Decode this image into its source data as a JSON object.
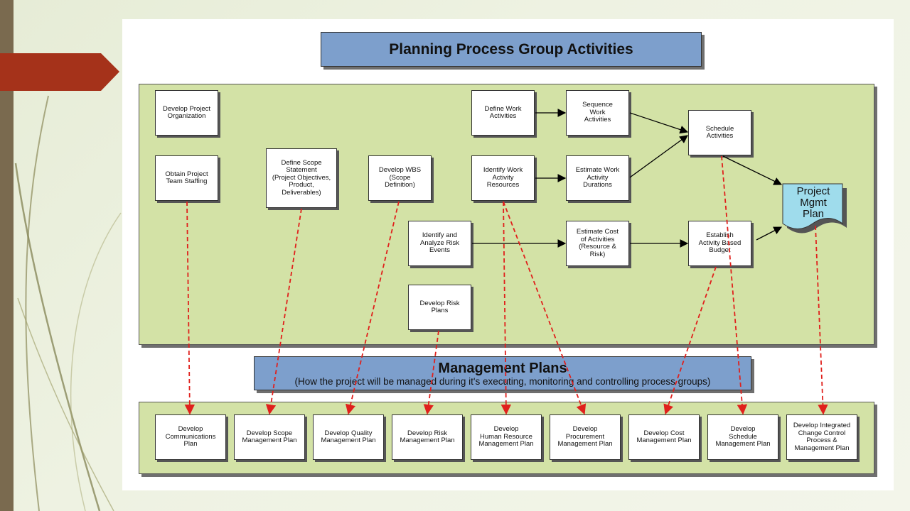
{
  "diagram": {
    "title": "Planning Process Group Activities",
    "nodes": {
      "develop_project_organization": "Develop Project\nOrganization",
      "obtain_project_team_staffing": "Obtain Project\nTeam Staffing",
      "define_scope_statement": "Define Scope\nStatement\n(Project Objectives,\nProduct,\nDeliverables)",
      "develop_wbs": "Develop WBS\n(Scope\nDefinition)",
      "define_work_activities": "Define Work\nActivities",
      "sequence_work_activities": "Sequence\nWork\nActivities",
      "schedule_activities": "Schedule\nActivities",
      "identify_work_activity_resources": "Identify Work\nActivity\nResources",
      "estimate_work_activity_durations": "Estimate Work\nActivity\nDurations",
      "identify_analyze_risk_events": "Identify and\nAnalyze Risk\nEvents",
      "estimate_cost_of_activities": "Estimate Cost\nof Activities\n(Resource &\nRisk)",
      "establish_activity_based_budget": "Establish\nActivity Based\nBudget",
      "develop_risk_plans": "Develop Risk\nPlans",
      "project_mgmt_plan": "Project\nMgmt\nPlan"
    },
    "management_plans": {
      "title": "Management Plans",
      "subtitle": "(How the project will be managed during it's executing, monitoring and controlling process groups)"
    },
    "plans": [
      "Develop\nCommunications\nPlan",
      "Develop Scope\nManagement Plan",
      "Develop Quality\nManagement Plan",
      "Develop Risk\nManagement Plan",
      "Develop\nHuman Resource\nManagement Plan",
      "Develop\nProcurement\nManagement Plan",
      "Develop Cost\nManagement Plan",
      "Develop\nSchedule\nManagement Plan",
      "Develop Integrated\nChange Control\nProcess &\nManagement Plan"
    ],
    "colors": {
      "panel": "#d3e2a6",
      "title_bar": "#7d9fcc",
      "document": "#9fdcec",
      "dashed_line": "#e0201c",
      "accent_tab": "#a5321a",
      "left_bar": "#7a6a4f"
    }
  }
}
